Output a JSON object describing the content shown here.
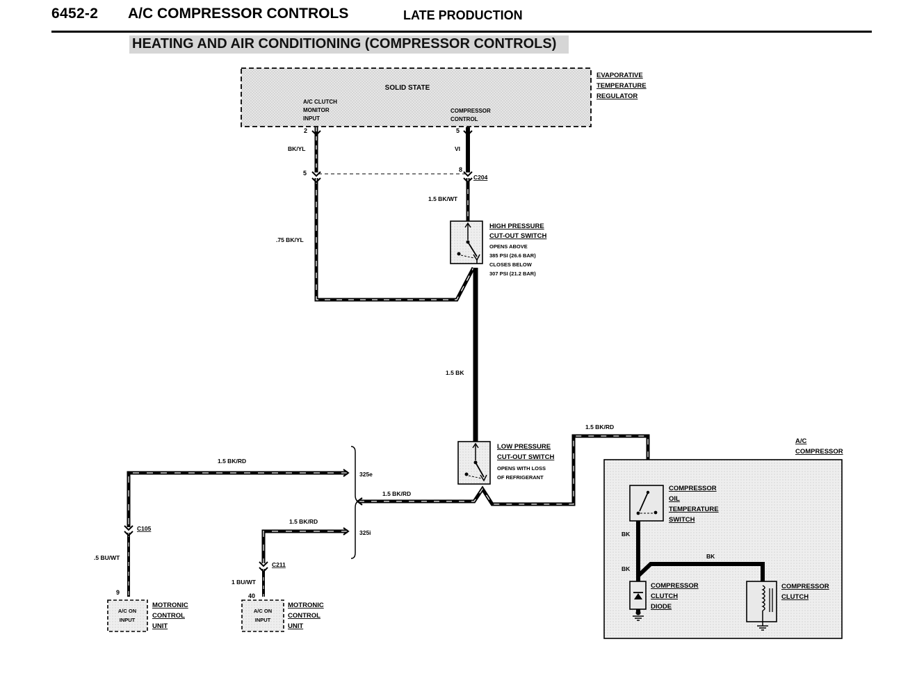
{
  "header": {
    "page_number": "6452-2",
    "title": "A/C COMPRESSOR CONTROLS",
    "subtitle": "LATE PRODUCTION"
  },
  "section_title": "HEATING AND AIR CONDITIONING (COMPRESSOR CONTROLS)",
  "regulator": {
    "name_lines": [
      "EVAPORATIVE",
      "TEMPERATURE",
      "REGULATOR"
    ],
    "box_label": "SOLID STATE",
    "input_lines": [
      "A/C CLUTCH",
      "MONITOR",
      "INPUT"
    ],
    "control_lines": [
      "COMPRESSOR",
      "CONTROL"
    ],
    "pin_input": "2",
    "pin_control": "5"
  },
  "connectors": {
    "c204": "C204",
    "c204_pin_left": "5",
    "c204_pin_right": "8",
    "c105": "C105",
    "c211": "C211",
    "x325e": "325e",
    "x325i": "325i"
  },
  "wires": {
    "bk_yl": "BK/YL",
    "vi": "VI",
    "bk_wt_15": "1.5 BK/WT",
    "bk_yl_75": ".75 BK/YL",
    "bk_15": "1.5 BK",
    "bk_rd_15_top": "1.5 BK/RD",
    "bk_rd_15_left": "1.5 BK/RD",
    "bk_rd_15_mid": "1.5 BK/RD",
    "bk_rd_15_lower": "1.5 BK/RD",
    "bu_wt_5": ".5 BU/WT",
    "bu_wt_1": "1 BU/WT",
    "bk_a": "BK",
    "bk_b": "BK",
    "bk_c": "BK"
  },
  "high_pressure_switch": {
    "name_lines": [
      "HIGH PRESSURE",
      "CUT-OUT SWITCH"
    ],
    "spec_lines": [
      "OPENS ABOVE",
      "385 PSI (26.6 BAR)",
      "CLOSES BELOW",
      "307 PSI (21.2 BAR)"
    ]
  },
  "low_pressure_switch": {
    "name_lines": [
      "LOW PRESSURE",
      "CUT-OUT SWITCH"
    ],
    "spec_lines": [
      "OPENS WITH LOSS",
      "OF REFRIGERANT"
    ]
  },
  "compressor": {
    "title_lines": [
      "A/C",
      "COMPRESSOR"
    ],
    "oil_switch_lines": [
      "COMPRESSOR",
      "OIL",
      "TEMPERATURE",
      "SWITCH"
    ],
    "diode_lines": [
      "COMPRESSOR",
      "CLUTCH",
      "DIODE"
    ],
    "clutch_lines": [
      "COMPRESSOR",
      "CLUTCH"
    ]
  },
  "motronic_1": {
    "pin": "9",
    "box_lines": [
      "A/C ON",
      "INPUT"
    ],
    "name_lines": [
      "MOTRONIC",
      "CONTROL",
      "UNIT"
    ]
  },
  "motronic_2": {
    "pin": "40",
    "box_lines": [
      "A/C ON",
      "INPUT"
    ],
    "name_lines": [
      "MOTRONIC",
      "CONTROL",
      "UNIT"
    ]
  }
}
